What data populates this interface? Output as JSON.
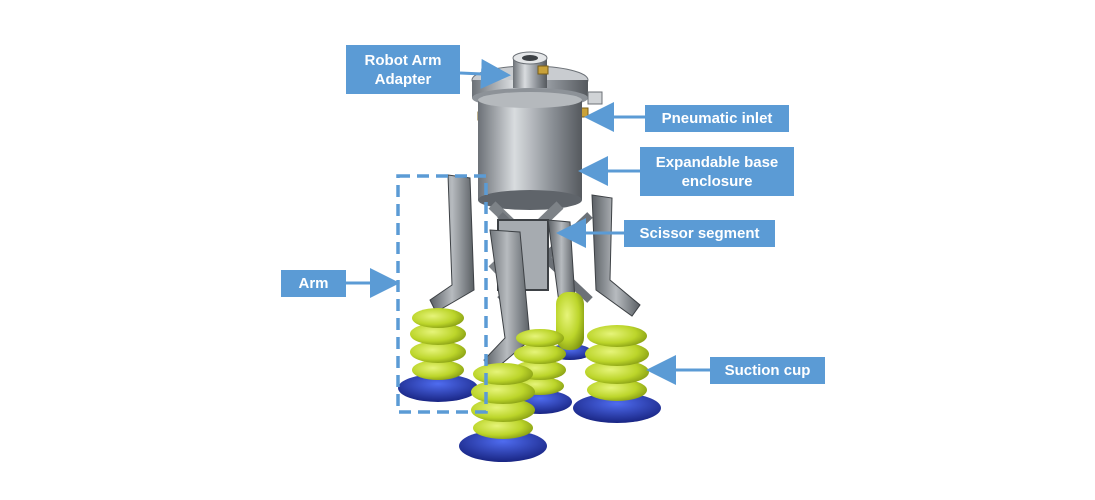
{
  "labels": {
    "robot_arm_adapter": "Robot Arm\nAdapter",
    "pneumatic_inlet": "Pneumatic inlet",
    "expandable_base_enclosure": "Expandable base\nenclosure",
    "scissor_segment": "Scissor segment",
    "arm": "Arm",
    "suction_cup": "Suction cup"
  },
  "colors": {
    "label_fill": "#5b9bd5",
    "label_text": "#ffffff",
    "arrow": "#5b9bd5",
    "bellows_green": "#c3dc2c",
    "cup_blue": "#1f3fbf",
    "metal": "#9aa0a6"
  }
}
